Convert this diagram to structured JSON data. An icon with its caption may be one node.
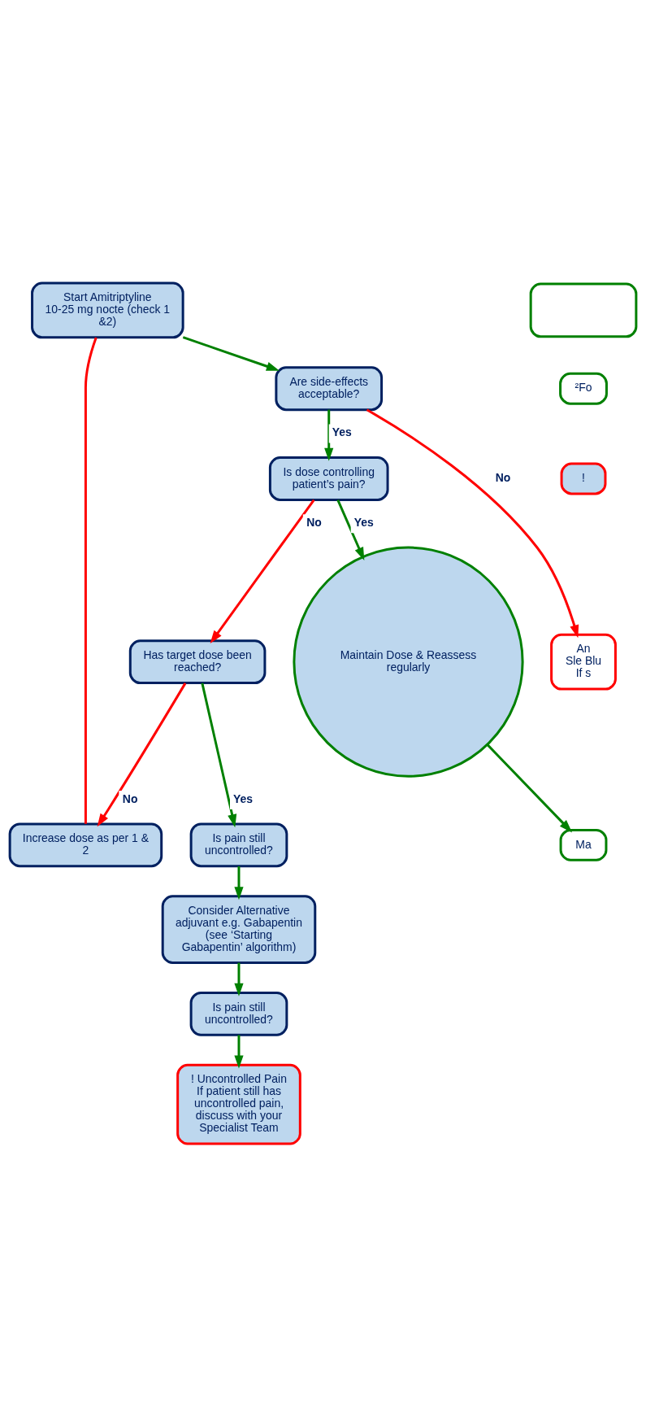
{
  "diagram": {
    "nodes": [
      {
        "text": [
          "Start Amitriptyline 10-25 mg nocte (check 1 &2)"
        ]
      },
      {
        "text": [
          "Increase dose as per 1 & 2"
        ]
      },
      {
        "text": [
          "Are side-effects acceptable?"
        ]
      },
      {
        "text": [
          "Has target dose been reached?"
        ]
      },
      {
        "text": [
          "Is dose controlling patient’s pain?"
        ]
      },
      {
        "text": [
          "Is pain still uncontrolled?"
        ]
      },
      {
        "text": [
          "Maintain Dose & Reassess regularly"
        ]
      },
      {
        "text": [
          "Consider Alternative adjuvant e.g. Gabapentin (see ‘Starting Gabapentin’ algorithm)"
        ]
      },
      {
        "text": [
          "Is pain still uncontrolled?"
        ]
      },
      {
        "text": [
          "! Uncontrolled Pain",
          "If patient still has uncontrolled pain, discuss with your Specialist Team"
        ]
      },
      {
        "text": [],
        "shape": "box"
      },
      {
        "text": [
          "²Fo"
        ]
      },
      {
        "text": [
          "!"
        ]
      },
      {
        "text": [
          "An",
          "Sle Blu",
          "If s"
        ]
      },
      {
        "text": [
          "Ma"
        ]
      }
    ],
    "edges": [
      {
        "from": 0,
        "to": 2,
        "arrow": "to"
      },
      {
        "from": 0,
        "to": 1,
        "arrow": "none",
        "color": "#ff0000"
      },
      {
        "from": 2,
        "to": 4,
        "arrow": "to",
        "label": "Yes"
      },
      {
        "from": 2,
        "to": 13,
        "arrow": "to",
        "label": "No",
        "color": "#ff0000"
      },
      {
        "from": 4,
        "to": 3,
        "arrow": "to",
        "label": "No",
        "color": "#ff0000"
      },
      {
        "from": 3,
        "to": 1,
        "arrow": "to",
        "label": "No",
        "color": "#ff0000"
      },
      {
        "from": 4,
        "to": 6,
        "arrow": "to",
        "label": "Yes"
      },
      {
        "from": 3,
        "to": 5,
        "arrow": "to",
        "label": "Yes"
      },
      {
        "from": 5,
        "to": 7,
        "arrow": "to"
      },
      {
        "from": 6,
        "to": 14,
        "arrow": "to"
      },
      {
        "from": 7,
        "to": 8,
        "arrow": "to"
      },
      {
        "from": 8,
        "to": 9,
        "arrow": "to"
      }
    ]
  }
}
